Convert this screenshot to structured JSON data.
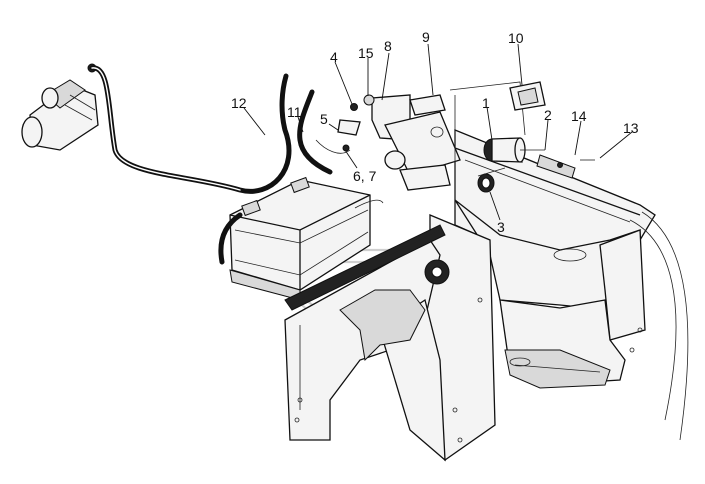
{
  "diagram": {
    "callouts": [
      "1",
      "2",
      "3",
      "4",
      "5",
      "6, 7",
      "8",
      "9",
      "10",
      "11",
      "12",
      "13",
      "14",
      "15"
    ]
  }
}
